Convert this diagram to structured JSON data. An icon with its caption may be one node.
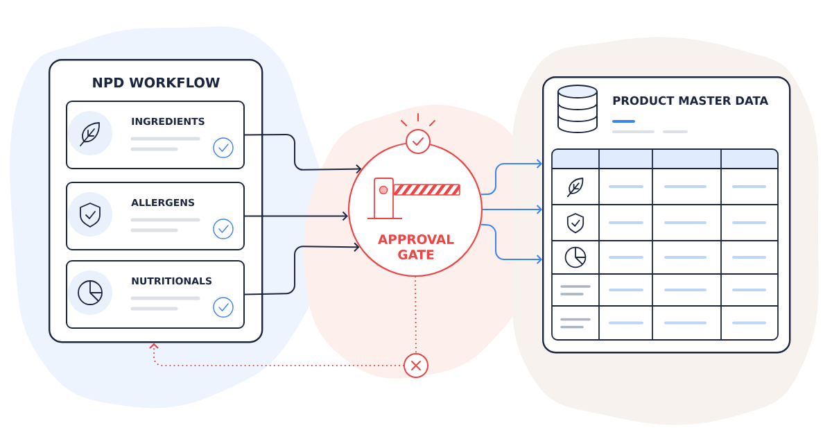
{
  "diagram": {
    "nodes": [
      {
        "text": [
          "NPD WORKFLOW"
        ]
      },
      {
        "text": [
          "INGREDIENTS"
        ],
        "in": 0
      },
      {
        "text": [
          "ALLERGENS"
        ],
        "in": 0
      },
      {
        "text": [
          "NUTRITIONALS"
        ],
        "in": 0
      },
      {
        "text": [
          "APPROVAL GATE"
        ]
      },
      {
        "text": [
          "PRODUCT MASTER DATA"
        ]
      },
      {
        "text": [],
        "shape": "circle"
      }
    ],
    "edges": [
      {
        "from": 1,
        "to": 4,
        "arrow": "to",
        "color": "#1b2540"
      },
      {
        "from": 2,
        "to": 4,
        "arrow": "to",
        "color": "#1b2540"
      },
      {
        "from": 3,
        "to": 4,
        "arrow": "to",
        "color": "#1b2540"
      },
      {
        "from": 4,
        "to": 5,
        "arrow": "to",
        "color": "#3b82f6"
      },
      {
        "from": 4,
        "to": 5,
        "arrow": "to",
        "color": "#3b82f6"
      },
      {
        "from": 4,
        "to": 5,
        "arrow": "to",
        "color": "#3b82f6"
      },
      {
        "from": 4,
        "to": 6,
        "arrow": "none",
        "style": "dashed",
        "color": "#ef4444"
      },
      {
        "from": 6,
        "to": 0,
        "arrow": "to",
        "style": "dashed",
        "color": "#ef4444"
      }
    ]
  }
}
